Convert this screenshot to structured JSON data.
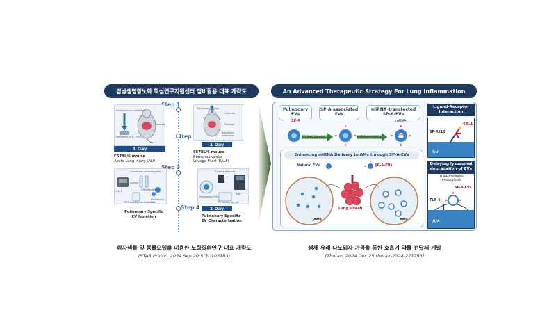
{
  "left": {
    "header": "경남생명항노화 핵심연구지원센터 장비활용 대표 개략도",
    "steps": [
      "Step 1",
      "Step 2",
      "Step 3",
      "Step 4"
    ],
    "day_label": "1 Day",
    "step1": {
      "title": "C57BL/6 mouse",
      "subtitle": "Acute Lung Injury (ALI)",
      "small": [
        "Intratracheal instillation",
        "Pathogen (e.g., LPS)",
        "Trachea"
      ]
    },
    "step2": {
      "title": "C57BL/6 mouse",
      "subtitle1": "Bronchoalveolar",
      "subtitle2": "Lavage Fluid (BALF)",
      "small": [
        "Pulmonary lavage",
        "Catheter",
        "Trachea",
        "Secretion collection"
      ]
    },
    "step3": {
      "title": "Pulmonary Specific",
      "subtitle": "EV Isolation",
      "small": [
        "Sequential centrifugation",
        "BALF",
        "Ultrafiltration",
        "Pulmonary EVs",
        "PEG based precipitation"
      ]
    },
    "step4": {
      "title": "Pulmonary Specific",
      "subtitle": "EV Characterization",
      "small": [
        "Surface features",
        "Size",
        "EV marker by gel",
        "Pulmonary EVs"
      ]
    },
    "caption": "환자샘플 및 동물모델을 이용한 노화질환연구 대표 개략도",
    "citation": "STAR Protoc. 2024 Sep 20;5(3):103183"
  },
  "right": {
    "header": "An Advanced Therapeutic Strategy For Lung Inflammation",
    "pills": [
      "Pulmonary EVs",
      "SP-A-associated EVs",
      "miRNA-transfected SP-A-EVs"
    ],
    "arrow_labels": [
      "EV engineering",
      "EV transfection"
    ],
    "sp_a": "SP-A",
    "mirna": "mRNA",
    "enhancing": "Enhancing miRNA Delivery to AMs through SP-A-EVs",
    "natural_evs": "Natural EVs",
    "sp_a_evs": "SP-A-EVs",
    "lung_alveoli": "Lung alveoli",
    "ams": "AMs",
    "side_top": {
      "header": "Ligand-Receptor interaction",
      "sp_a": "SP-A",
      "sp_r210": "SP-R210",
      "ev": "EV"
    },
    "side_bottom": {
      "header": "Delaying lysosomal degradation of EVs",
      "sub": "TLR4-mediated endocytosis",
      "sp_a_evs": "SP-A-EVs",
      "tlr4": "TLR-4",
      "am": "AM"
    },
    "caption": "생체 유래 나노입자 가공을 통한 호흡기 약물 전달체 개발",
    "citation": "Thorax. 2024 Dec 25:thorax-2024-221793"
  },
  "colors": {
    "navy": "#1f3a5f",
    "accent_red": "#c0122e",
    "ev_blue": "#3b82c4",
    "alveoli_red": "#d9485f"
  }
}
